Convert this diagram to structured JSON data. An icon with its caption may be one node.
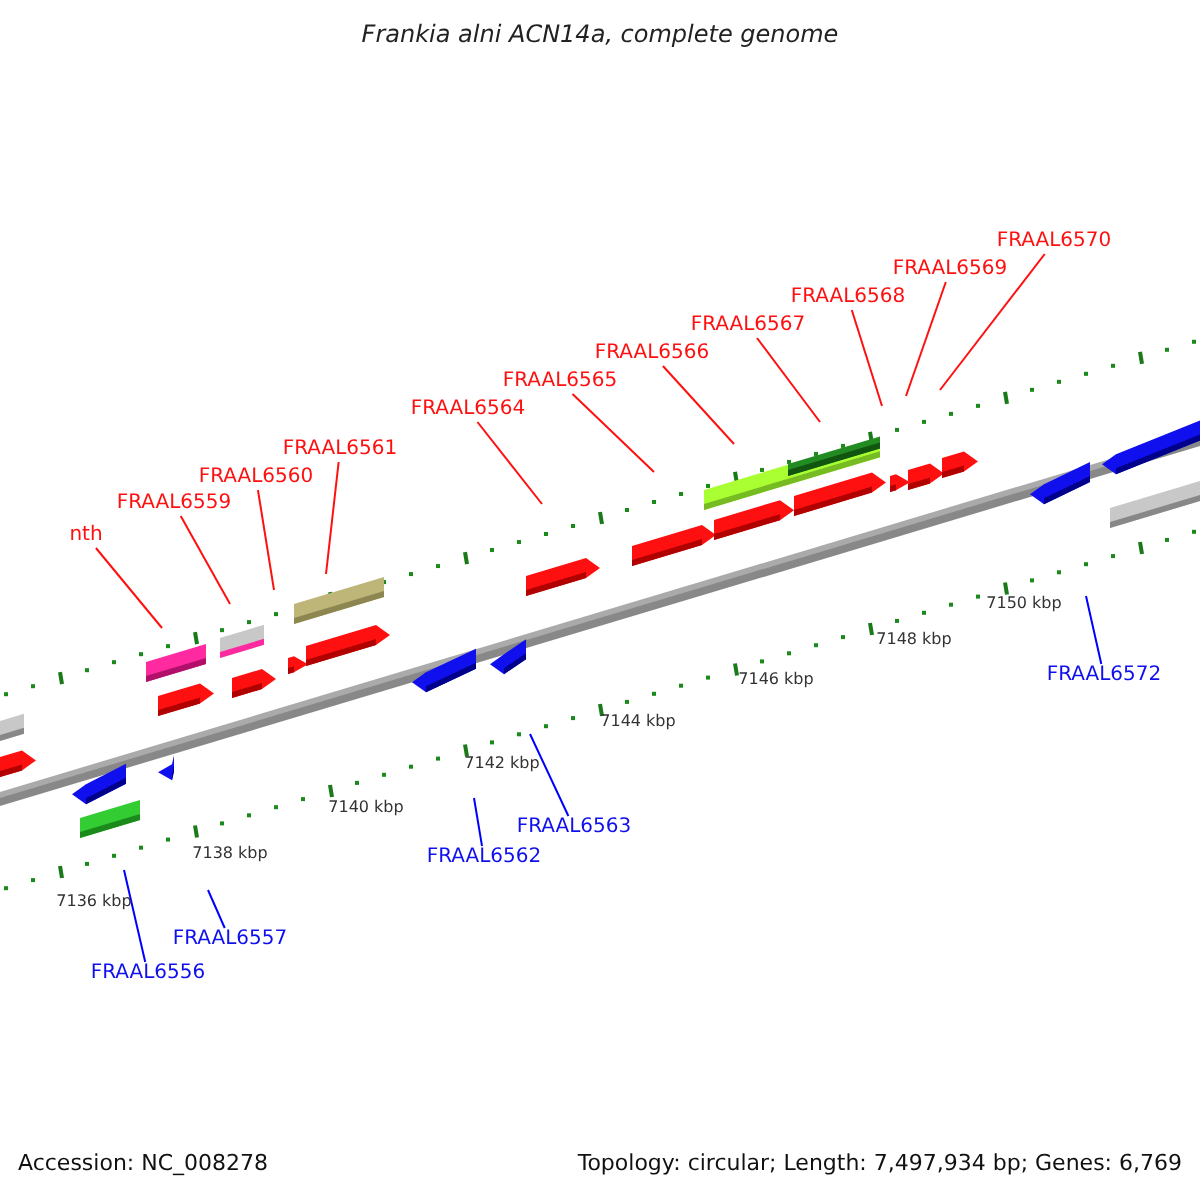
{
  "diagram": {
    "title": "Frankia alni ACN14a, complete genome",
    "nodes": [
      {
        "text": [
          "FRAAL6570"
        ]
      },
      {
        "text": [
          "FRAAL6569"
        ]
      },
      {
        "text": [
          "FRAAL6568"
        ]
      },
      {
        "text": [
          "FRAAL6567"
        ]
      },
      {
        "text": [
          "FRAAL6566"
        ]
      },
      {
        "text": [
          "FRAAL6565"
        ]
      },
      {
        "text": [
          "FRAAL6564"
        ]
      },
      {
        "text": [
          "FRAAL6561"
        ]
      },
      {
        "text": [
          "FRAAL6560"
        ]
      },
      {
        "text": [
          "FRAAL6559"
        ]
      },
      {
        "text": [
          "nth"
        ]
      },
      {
        "text": [
          "FRAAL6572"
        ]
      },
      {
        "text": [
          "FRAAL6563"
        ]
      },
      {
        "text": [
          "FRAAL6562"
        ]
      },
      {
        "text": [
          "FRAAL6557"
        ]
      },
      {
        "text": [
          "FRAAL6556"
        ]
      }
    ],
    "edges": [
      {
        "from": 0,
        "to": null,
        "arrow": "none"
      },
      {
        "from": 1,
        "to": null,
        "arrow": "none"
      },
      {
        "from": 2,
        "to": null,
        "arrow": "none"
      },
      {
        "from": 3,
        "to": null,
        "arrow": "none"
      },
      {
        "from": 4,
        "to": null,
        "arrow": "none"
      },
      {
        "from": 5,
        "to": null,
        "arrow": "none"
      },
      {
        "from": 6,
        "to": null,
        "arrow": "none"
      },
      {
        "from": 7,
        "to": null,
        "arrow": "none"
      },
      {
        "from": 8,
        "to": null,
        "arrow": "none"
      },
      {
        "from": 9,
        "to": null,
        "arrow": "none"
      },
      {
        "from": 10,
        "to": null,
        "arrow": "none"
      },
      {
        "from": 11,
        "to": null,
        "arrow": "none",
        "color": "#0000ff"
      },
      {
        "from": 12,
        "to": null,
        "arrow": "none",
        "color": "#0000ff"
      },
      {
        "from": 13,
        "to": null,
        "arrow": "none",
        "color": "#0000ff"
      },
      {
        "from": 14,
        "to": null,
        "arrow": "none",
        "color": "#0000ff"
      },
      {
        "from": 15,
        "to": null,
        "arrow": "none",
        "color": "#0000ff"
      }
    ],
    "labels": [
      "7150 kbp",
      "7148 kbp",
      "7146 kbp",
      "7144 kbp",
      "7142 kbp",
      "7140 kbp",
      "7138 kbp",
      "7136 kbp",
      "Accession: NC_008278",
      "Topology: circular; Length: 7,497,934 bp; Genes: 6,769"
    ]
  }
}
